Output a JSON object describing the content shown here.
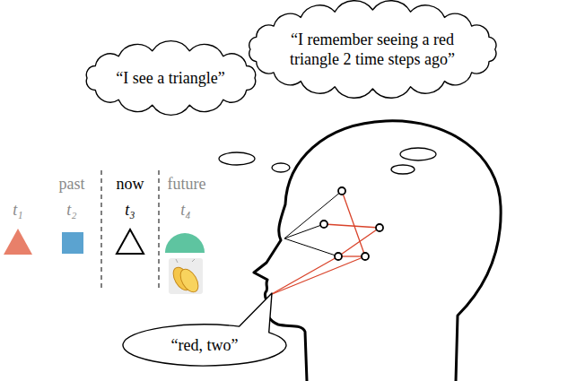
{
  "diagram": {
    "nodes": [
      {
        "text": [
          "“I see a triangle”"
        ]
      },
      {
        "text": [
          "“I remember seeing a red triangle 2 time steps ago”"
        ]
      },
      {
        "text": [
          "“red, two”"
        ]
      }
    ],
    "labels": [
      "past",
      "now",
      "future",
      "t₁",
      "t₂",
      "t₃",
      "t₄"
    ]
  }
}
